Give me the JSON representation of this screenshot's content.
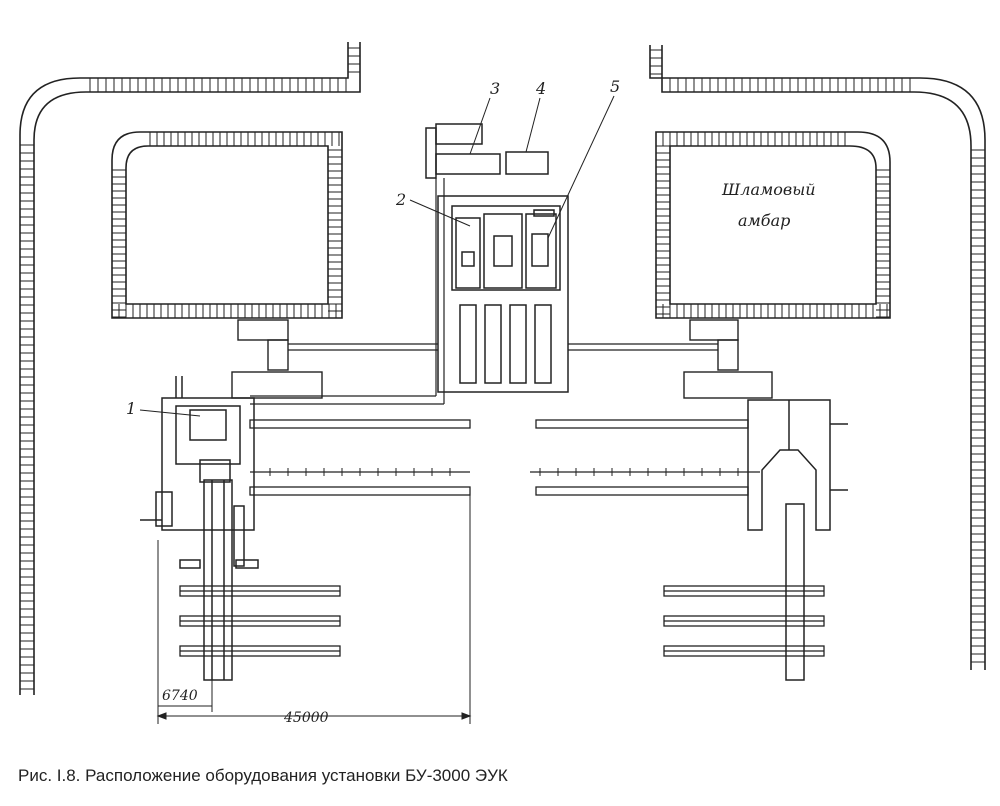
{
  "labels": {
    "callout_1": "1",
    "callout_2": "2",
    "callout_3": "3",
    "callout_4": "4",
    "callout_5": "5",
    "pit_line1": "Шламовый",
    "pit_line2": "амбар",
    "dim_small": "6740",
    "dim_large": "45000"
  },
  "caption": "Рис. I.8. Расположение оборудования установки БУ-3000 ЭУК",
  "colors": {
    "ink": "#222222",
    "paper": "#ffffff"
  }
}
